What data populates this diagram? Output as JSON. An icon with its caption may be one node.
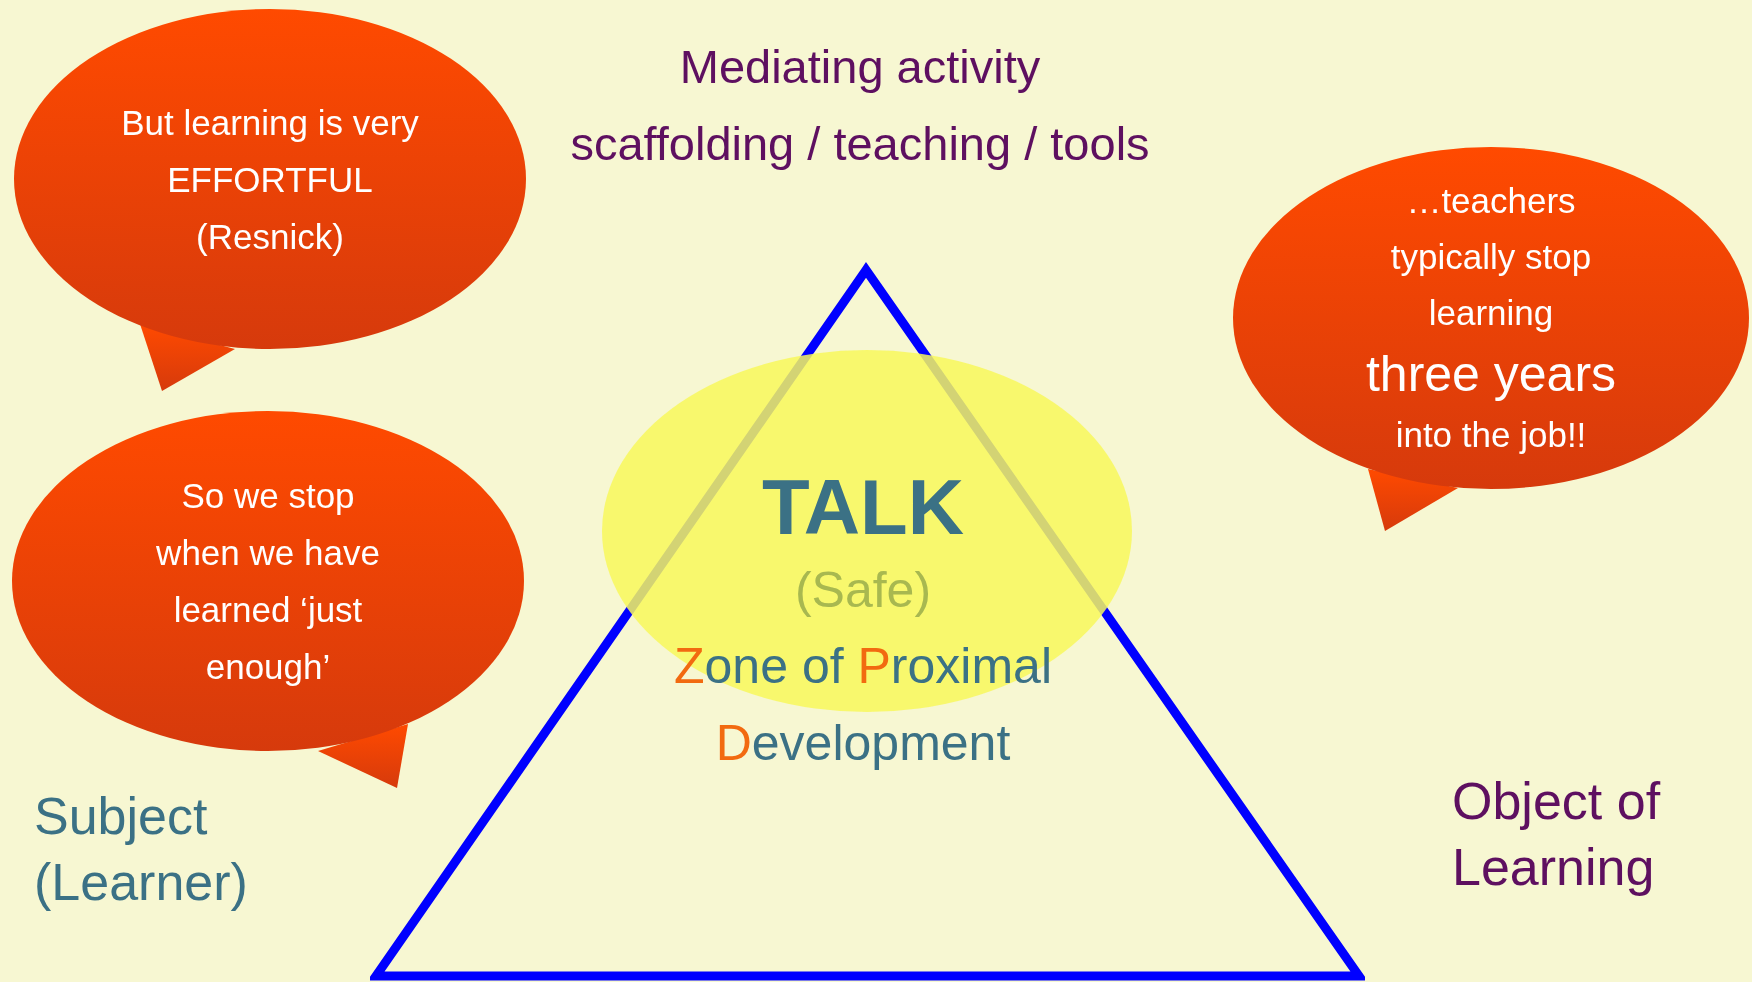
{
  "diagram": {
    "title": "Mediating activity scaffolding / teaching / tools",
    "nodes": [
      {
        "text": [
          "But learning is very EFFORTFUL (Resnick)"
        ]
      },
      {
        "text": [
          "So we stop when we have learned ‘just enough’"
        ]
      },
      {
        "text": [
          "…teachers typically stop learning",
          "three years",
          "into the job!!"
        ]
      },
      {
        "text": [
          "TALK",
          "(Safe)",
          "Zone of Proximal Development"
        ]
      }
    ],
    "labels": [
      "Subject (Learner)",
      "Object of Learning"
    ]
  }
}
